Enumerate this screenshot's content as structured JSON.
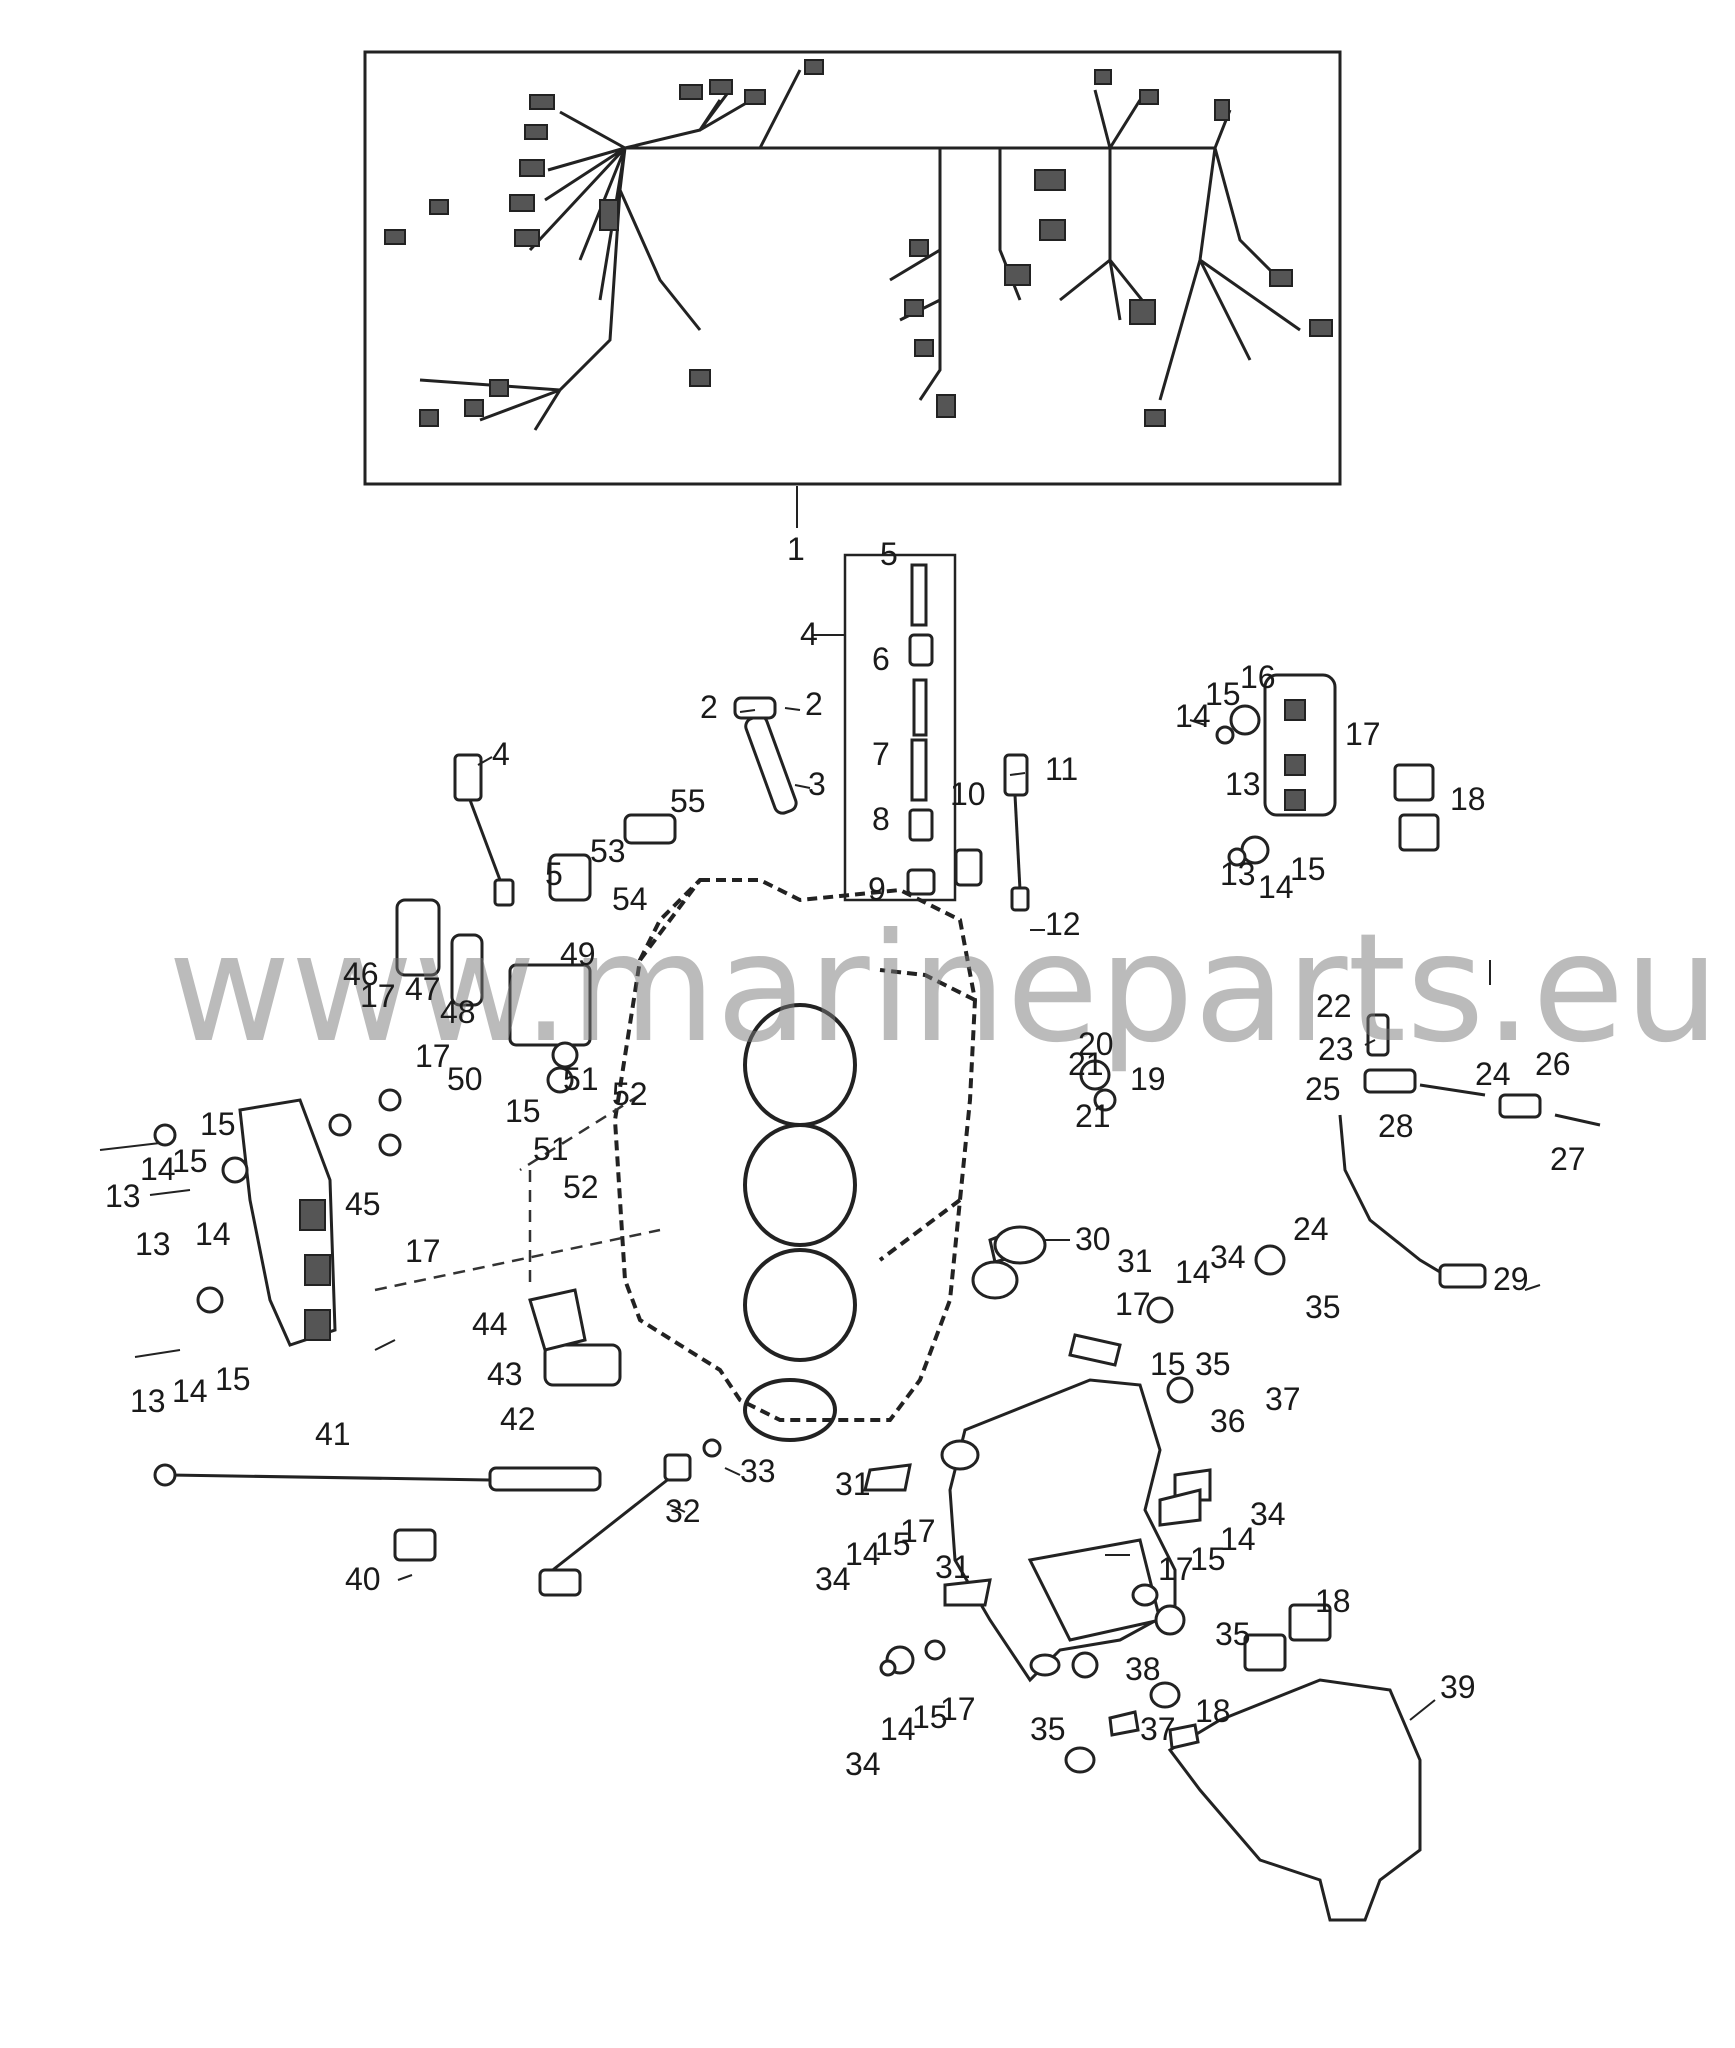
{
  "watermark": "www.marineparts.eu",
  "callouts": [
    "1",
    "2",
    "3",
    "4",
    "5",
    "6",
    "7",
    "8",
    "9",
    "10",
    "11",
    "12",
    "13",
    "14",
    "15",
    "16",
    "17",
    "18",
    "19",
    "20",
    "21",
    "22",
    "23",
    "24",
    "25",
    "26",
    "27",
    "28",
    "29",
    "30",
    "31",
    "32",
    "33",
    "34",
    "35",
    "36",
    "37",
    "38",
    "39",
    "40",
    "41",
    "42",
    "43",
    "44",
    "45",
    "46",
    "47",
    "48",
    "49",
    "50",
    "51",
    "52",
    "53",
    "54",
    "55"
  ],
  "colors": {
    "ink": "#222222",
    "watermark": "#8a8a8a",
    "background": "#ffffff"
  }
}
